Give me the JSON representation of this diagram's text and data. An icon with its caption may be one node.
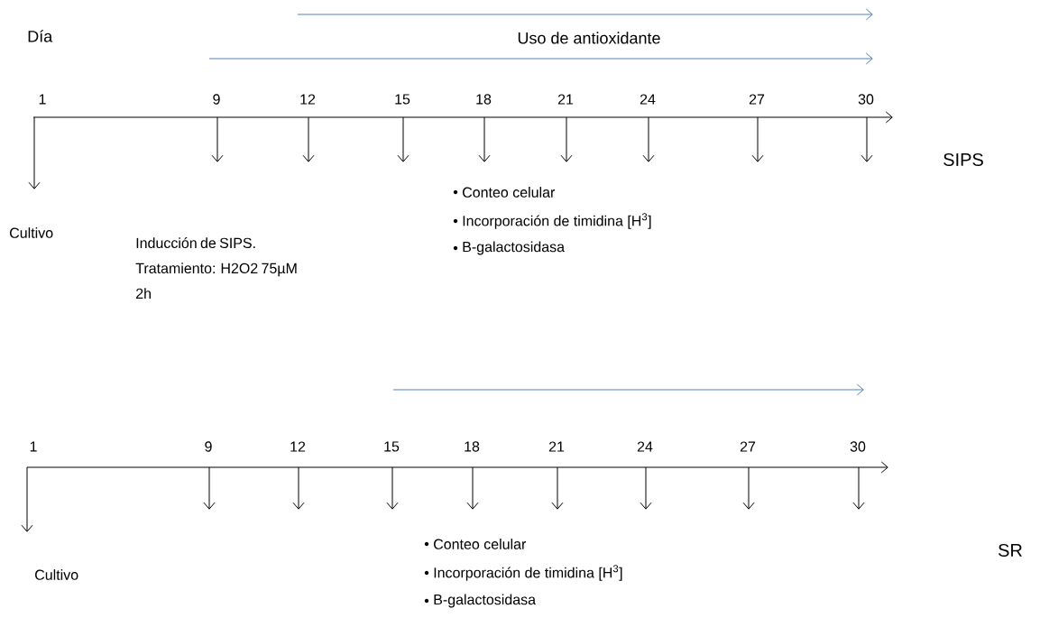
{
  "diagram": {
    "labels": [
      "Día",
      "Uso de antioxidante",
      "1",
      "9",
      "12",
      "15",
      "18",
      "21",
      "24",
      "27",
      "30",
      "SIPS",
      "Cultivo",
      "Inducción de SIPS. Tratamiento: H2O2 75µM 2h",
      "Conteo celular",
      "Incorporación de timidina [H$^{3}$]",
      "B-galactosidasa",
      "1",
      "9",
      "12",
      "15",
      "18",
      "21",
      "24",
      "27",
      "30",
      "SR",
      "Cultivo",
      "Conteo celular",
      "Incorporación de timidina [H$^{3}$]",
      "B-galactosidasa"
    ]
  }
}
